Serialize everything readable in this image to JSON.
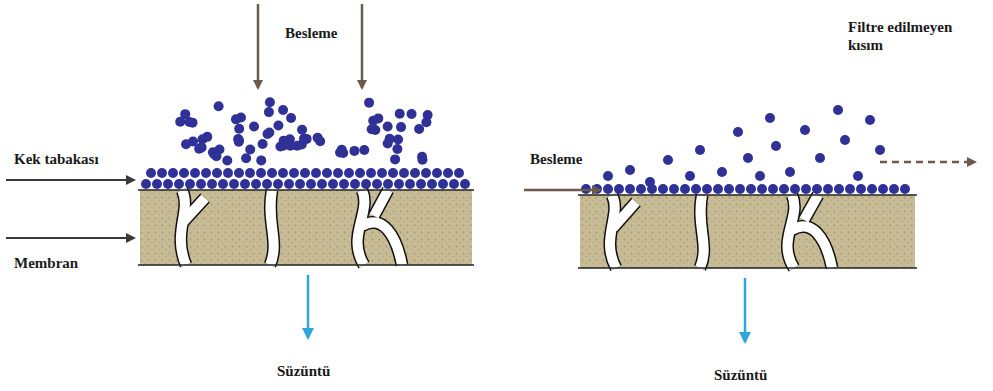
{
  "diagram": {
    "labels": [
      "Besleme",
      "Kek tabakası",
      "Membran",
      "Süzüntü",
      "Besleme",
      "Filtre edilmeyen kısım",
      "Süzüntü"
    ]
  }
}
